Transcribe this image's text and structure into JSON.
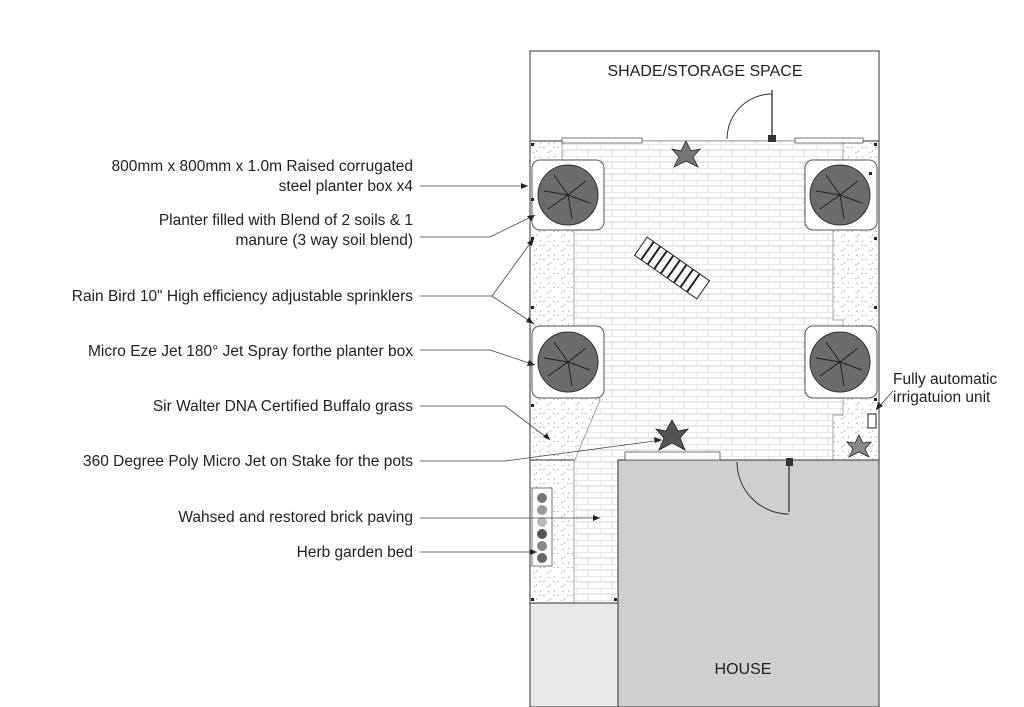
{
  "spaces": {
    "shade_storage": "SHADE/STORAGE SPACE",
    "house": "HOUSE"
  },
  "annotations": {
    "planter_box": [
      "800mm x 800mm x 1.0m Raised corrugated",
      "steel planter box  x4"
    ],
    "soil_blend": [
      "Planter filled with Blend of 2 soils & 1",
      "manure (3 way soil blend)"
    ],
    "sprinklers": "Rain Bird 10\" High efficiency adjustable sprinklers",
    "micro_jet_spray": "Micro Eze Jet 180° Jet Spray forthe planter box",
    "buffalo_grass": "Sir Walter DNA Certified Buffalo grass",
    "poly_micro_jet": "360 Degree Poly Micro Jet on Stake for the pots",
    "brick_paving": "Wahsed and restored brick paving",
    "herb_garden": "Herb garden bed",
    "irrigation_unit": [
      "Fully automatic",
      "irrigatuion unit"
    ]
  },
  "colors": {
    "planter_fill": "#6b6b6b",
    "house_fill": "#cfcfcf",
    "side_area_fill": "#e8e8e8",
    "brick_line": "#c4c4c4",
    "grass_speck": "#9a9a9a",
    "ink": "#222222"
  }
}
